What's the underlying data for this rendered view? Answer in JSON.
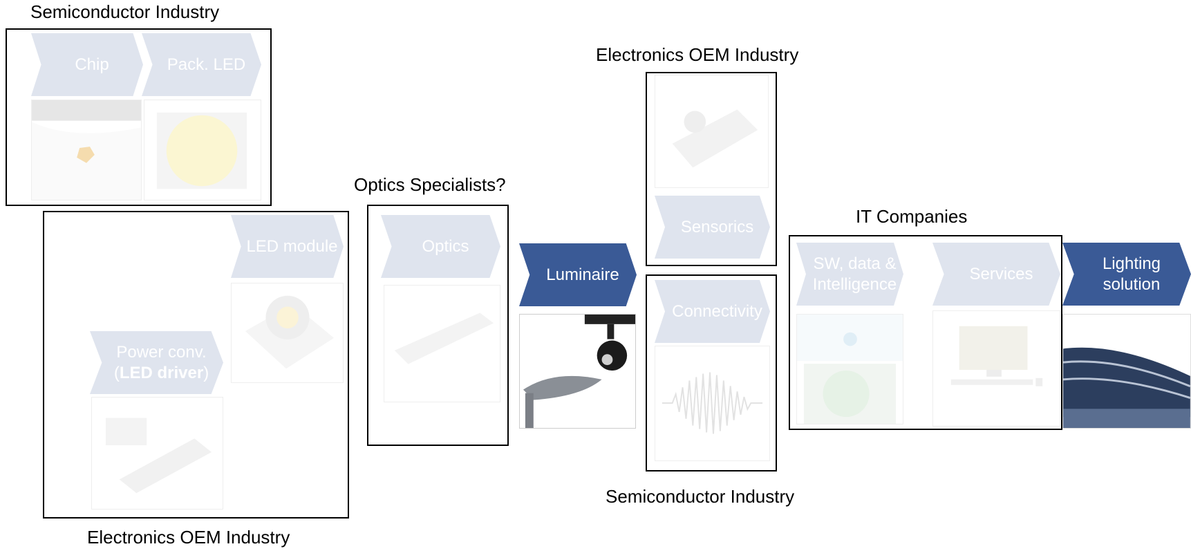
{
  "groups": {
    "semiconductor_top": "Semiconductor Industry",
    "electronics_oem_bottom": "Electronics OEM Industry",
    "optics": "Optics Specialists?",
    "electronics_oem_top": "Electronics OEM Industry",
    "semiconductor_bottom": "Semiconductor Industry",
    "it_companies": "IT Companies"
  },
  "steps": {
    "chip": "Chip",
    "pack_led": "Pack. LED",
    "led_module": "LED module",
    "power_conv_line1": "Power conv.",
    "power_conv_open": "(",
    "power_conv_bold": "LED driver",
    "power_conv_close": ")",
    "optics": "Optics",
    "luminaire": "Luminaire",
    "sensorics": "Sensorics",
    "connectivity": "Connectivity",
    "sw_line1": "SW, data &",
    "sw_line2": "Intelligence",
    "services": "Services",
    "lighting_line1": "Lighting",
    "lighting_line2": "solution"
  },
  "colors": {
    "faded_step": "#dfe4ee",
    "active_step": "#3a5a96",
    "box_border": "#000000"
  },
  "icons": {
    "chip": "led-chip-image",
    "pack_led": "packaged-led-image",
    "led_module": "led-module-image",
    "power_conv": "led-driver-image",
    "optics": "lens-array-image",
    "luminaire": "luminaire-image",
    "sensorics": "sensor-image",
    "connectivity": "signal-wave-image",
    "sw_data": "data-network-image",
    "services": "dashboard-image",
    "lighting_solution": "building-image"
  }
}
